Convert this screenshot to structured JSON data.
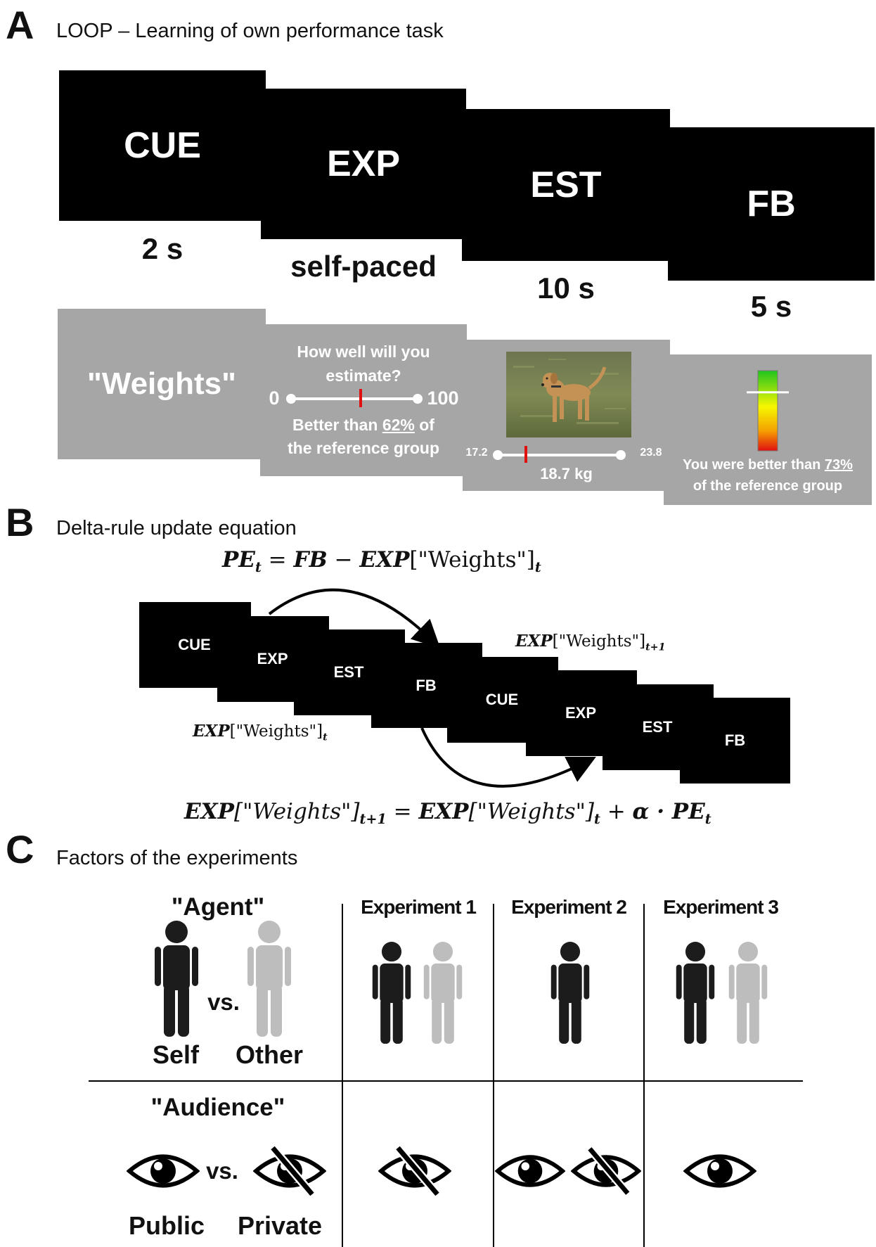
{
  "panel_a": {
    "letter": "A",
    "title": "LOOP – Learning of own performance task",
    "phases": [
      {
        "label": "CUE",
        "duration": "2 s"
      },
      {
        "label": "EXP",
        "duration": "self-paced"
      },
      {
        "label": "EST",
        "duration": "10 s"
      },
      {
        "label": "FB",
        "duration": "5 s"
      }
    ],
    "cue_screen": {
      "text": "\"Weights\""
    },
    "exp_screen": {
      "question": "How well will you estimate?",
      "scale_min": "0",
      "scale_max": "100",
      "marker_fraction": 0.55,
      "result_prefix": "Better than ",
      "result_value": "62%",
      "result_suffix": " of",
      "result_line2": "the reference group"
    },
    "est_screen": {
      "scale_min": "17.2",
      "scale_max": "23.8",
      "estimate": "18.7 kg",
      "marker_value": 18.7
    },
    "fb_screen": {
      "line1_prefix": "You were better than ",
      "line1_value": "73%",
      "line2": "of the reference group",
      "bar_level": 0.73
    }
  },
  "panel_b": {
    "letter": "B",
    "title": "Delta-rule update equation",
    "trial1": [
      "CUE",
      "EXP",
      "EST",
      "FB"
    ],
    "trial2": [
      "CUE",
      "EXP",
      "EST",
      "FB"
    ],
    "eq_pe": {
      "lhs": "PE",
      "lhs_sub": "t",
      "eq": " = ",
      "fb": "FB",
      "minus": " − ",
      "exp": "EXP",
      "arg": "[\"Weights\"]",
      "sub": "t"
    },
    "label_exp_t": {
      "exp": "EXP",
      "arg": "[\"Weights\"]",
      "sub": "t"
    },
    "label_exp_t1": {
      "exp": "EXP",
      "arg": "[\"Weights\"]",
      "sub": "t+1"
    },
    "eq_update": {
      "exp": "EXP",
      "arg_italic": "[\"Weights\"]",
      "sub1": "t+1",
      "eq": " = ",
      "exp2": "EXP",
      "arg2": "[\"Weights\"]",
      "sub2": "t",
      "plus": " + ",
      "alpha": "α · ",
      "pe": "PE",
      "sub3": "t"
    }
  },
  "panel_c": {
    "letter": "C",
    "title": "Factors of the experiments",
    "agent_heading": "\"Agent\"",
    "agent_self": "Self",
    "agent_other": "Other",
    "vs": "vs.",
    "audience_heading": "\"Audience\"",
    "audience_public": "Public",
    "audience_private": "Private",
    "experiments": [
      {
        "name": "Experiment 1",
        "agents": [
          "self",
          "other"
        ],
        "audiences": [
          "private"
        ]
      },
      {
        "name": "Experiment 2",
        "agents": [
          "self"
        ],
        "audiences": [
          "public",
          "private"
        ]
      },
      {
        "name": "Experiment 3",
        "agents": [
          "self",
          "other"
        ],
        "audiences": [
          "public"
        ]
      }
    ]
  },
  "colors": {
    "screen_black": "#000000",
    "screen_gray": "#a6a6a6",
    "person_self": "#1c1c1c",
    "person_other": "#bdbdbd",
    "marker_red": "#e01010"
  }
}
